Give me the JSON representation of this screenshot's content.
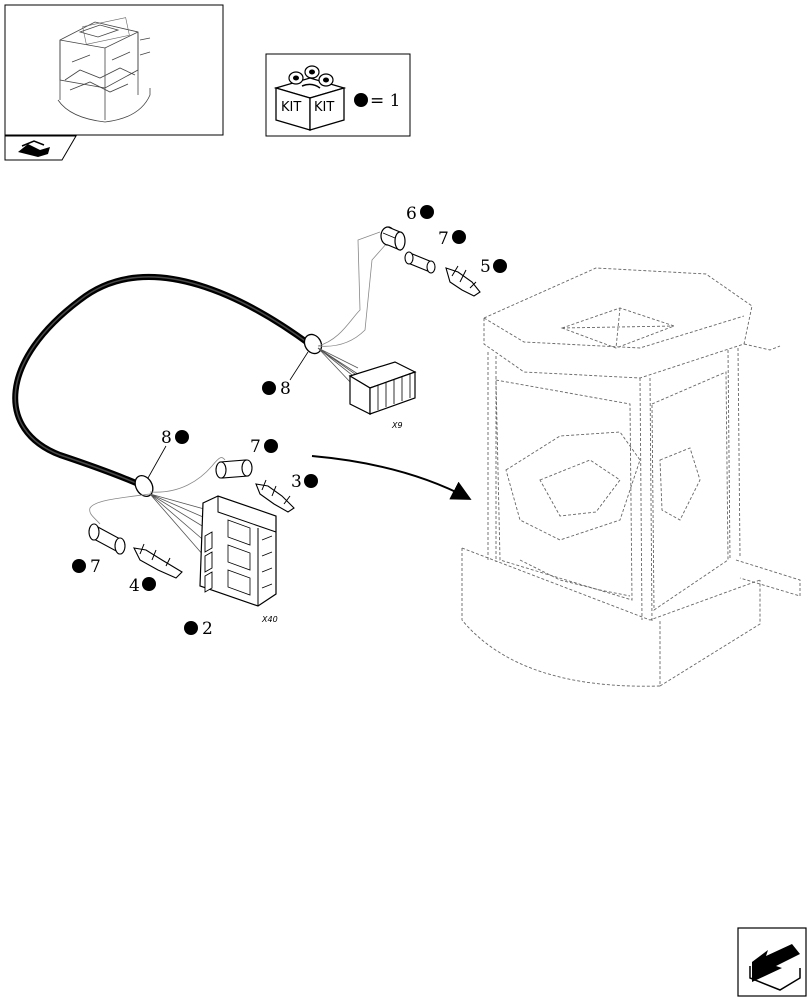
{
  "kit_legend": {
    "kit_label_left": "KIT",
    "kit_label_right": "KIT",
    "equals_text": "= 1"
  },
  "connectors": {
    "x9": "X9",
    "x40": "X40"
  },
  "callouts": [
    {
      "id": "c6",
      "number": "6",
      "kit": true
    },
    {
      "id": "c7a",
      "number": "7",
      "kit": true
    },
    {
      "id": "c5",
      "number": "5",
      "kit": true
    },
    {
      "id": "c8a",
      "number": "8",
      "kit": true
    },
    {
      "id": "c8b",
      "number": "8",
      "kit": true
    },
    {
      "id": "c7b",
      "number": "7",
      "kit": true
    },
    {
      "id": "c3",
      "number": "3",
      "kit": true
    },
    {
      "id": "c7c",
      "number": "7",
      "kit": true
    },
    {
      "id": "c4",
      "number": "4",
      "kit": true
    },
    {
      "id": "c2",
      "number": "2",
      "kit": true
    }
  ],
  "icons": {
    "thumbnail": "cab-thumbnail-icon",
    "nav_tab": "machine-nav-icon",
    "next_page": "next-page-arrow-icon",
    "kit_box": "kit-box-icon",
    "kit_dot": "kit-dot-icon"
  }
}
